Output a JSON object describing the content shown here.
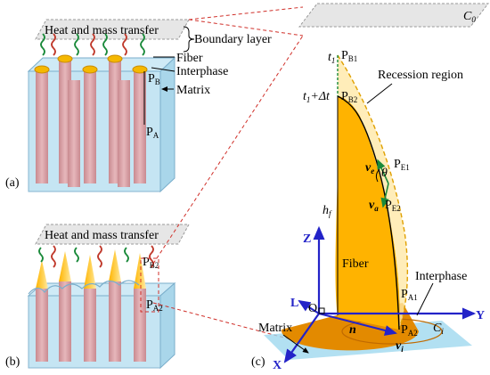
{
  "panel_a": {
    "tag": "(a)",
    "top_label": "Heat and mass transfer",
    "boundary_label": "Boundary layer",
    "fiber_label": "Fiber",
    "interphase_label": "Interphase",
    "matrix_label": "Matrix",
    "pb": {
      "main": "P",
      "sub": "B"
    },
    "pa": {
      "main": "P",
      "sub": "A"
    }
  },
  "panel_b": {
    "tag": "(b)",
    "top_label": "Heat and mass transfer",
    "pb2": {
      "main": "P",
      "sub": "B2"
    },
    "pa2": {
      "main": "P",
      "sub": "A2"
    }
  },
  "panel_c": {
    "tag": "(c)",
    "c0": {
      "main": "C",
      "sub": "0"
    },
    "ci": {
      "main": "C",
      "sub": "i"
    },
    "t1": {
      "main": "t",
      "sub": "1"
    },
    "t1dt": {
      "main": "t",
      "sub": "1",
      "rest": "+Δt"
    },
    "pb1": {
      "main": "P",
      "sub": "B1"
    },
    "pb2": {
      "main": "P",
      "sub": "B2"
    },
    "pe1": {
      "main": "P",
      "sub": "E1"
    },
    "pe2": {
      "main": "P",
      "sub": "E2"
    },
    "pa1": {
      "main": "P",
      "sub": "A1"
    },
    "pa2": {
      "main": "P",
      "sub": "A2"
    },
    "recession_label": "Recession region",
    "hf": {
      "main": "h",
      "sub": "f"
    },
    "ve": {
      "main": "v",
      "sub": "e"
    },
    "va": {
      "main": "v",
      "sub": "a"
    },
    "vi": {
      "main": "v",
      "sub": "i"
    },
    "theta": "θ",
    "n_label": "n",
    "z_axis": "Z",
    "y_axis": "Y",
    "x_axis": "X",
    "l_axis": "L",
    "origin": "O",
    "fiber_label": "Fiber",
    "interphase_label": "Interphase",
    "matrix_label": "Matrix"
  },
  "colors": {
    "matrix": "#bfe3f2",
    "fiber": "#d9a3a8",
    "interphase": "#f5b800",
    "orange_fiber": "#ffb300",
    "axis": "#2323c8",
    "guide": "#d0302a",
    "wave_green": "#1a8a3a",
    "wave_red": "#c0392b"
  }
}
